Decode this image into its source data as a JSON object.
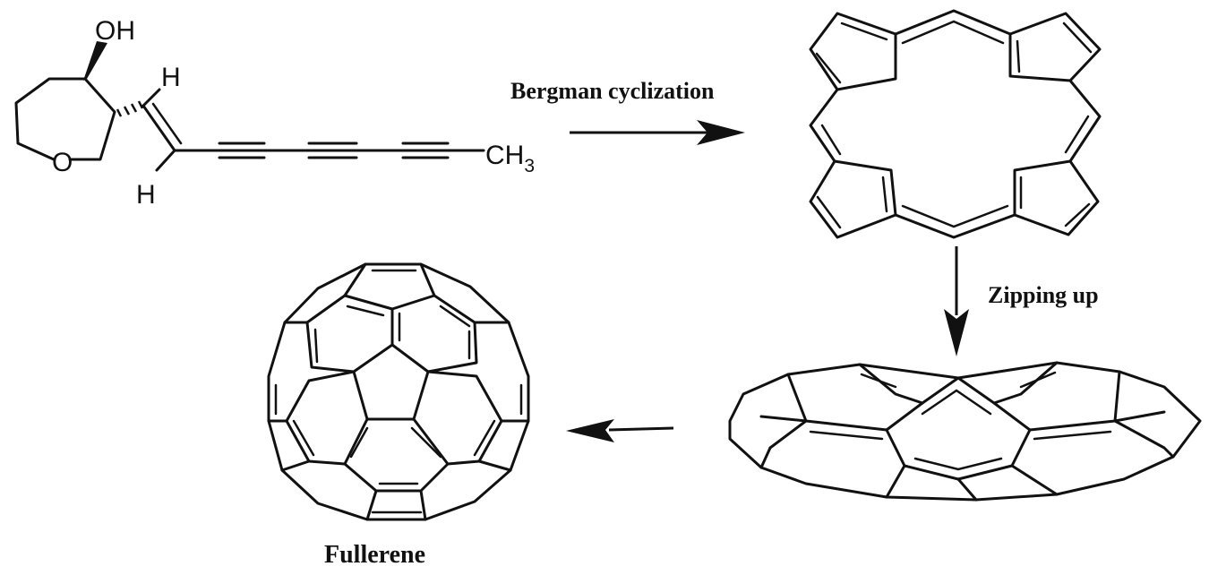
{
  "reactant": {
    "hydroxyl": "OH",
    "ring_oxygen": "O",
    "hydrogen_top": "H",
    "hydrogen_bottom": "H",
    "methyl": "CH",
    "methyl_subscript": "3"
  },
  "steps": {
    "bergman": "Bergman cyclization",
    "zipping": "Zipping up"
  },
  "product": {
    "name": "Fullerene"
  },
  "colors": {
    "ink": "#111111",
    "background": "#ffffff"
  }
}
